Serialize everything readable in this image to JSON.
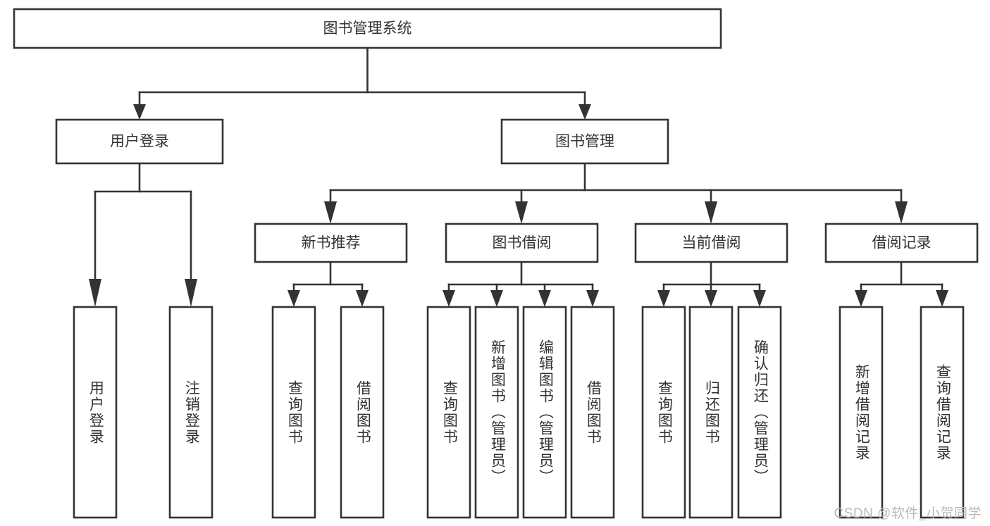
{
  "diagram": {
    "title": "图书管理系统",
    "type": "tree-hierarchy-chart",
    "root": {
      "label": "图书管理系统"
    },
    "level2": [
      {
        "label": "用户登录"
      },
      {
        "label": "图书管理"
      }
    ],
    "level3": [
      {
        "label": "新书推荐"
      },
      {
        "label": "图书借阅"
      },
      {
        "label": "当前借阅"
      },
      {
        "label": "借阅记录"
      }
    ],
    "leaves": {
      "user_login": [
        {
          "label": "用户登录"
        },
        {
          "label": "注销登录"
        }
      ],
      "new_book_recommend": [
        {
          "label": "查询图书"
        },
        {
          "label": "借阅图书"
        }
      ],
      "book_borrow": [
        {
          "label": "查询图书"
        },
        {
          "label": "新增图书（管理员）"
        },
        {
          "label": "编辑图书（管理员）"
        },
        {
          "label": "借阅图书"
        }
      ],
      "current_borrow": [
        {
          "label": "查询图书"
        },
        {
          "label": "归还图书"
        },
        {
          "label": "确认归还（管理员）"
        }
      ],
      "borrow_record": [
        {
          "label": "新增借阅记录"
        },
        {
          "label": "查询借阅记录"
        }
      ]
    }
  },
  "watermark": {
    "text": "CSDN @软件_小贺同学"
  },
  "colors": {
    "stroke": "#333333",
    "background": "#ffffff",
    "text": "#333333",
    "watermark": "#b9b9b9"
  }
}
